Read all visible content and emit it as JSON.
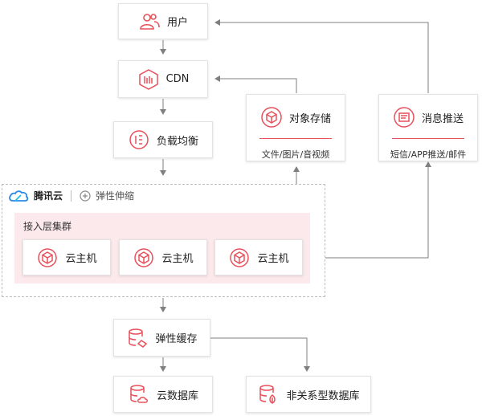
{
  "nodes": {
    "user": "用户",
    "cdn": "CDN",
    "lb": "负载均衡",
    "cache": "弹性缓存",
    "clouddb": "云数据库",
    "nosql": "非关系型数据库"
  },
  "cards": {
    "storage": {
      "title": "对象存储",
      "subtitle": "文件/图片/音视频"
    },
    "push": {
      "title": "消息推送",
      "subtitle": "短信/APP推送/邮件"
    }
  },
  "frame": {
    "brand": "腾讯云",
    "scaling": "弹性伸缩",
    "cluster_label": "接入层集群",
    "hosts": [
      "云主机",
      "云主机",
      "云主机"
    ]
  },
  "colors": {
    "accent": "#e8505b",
    "line": "#7f7f7f",
    "cluster_bg": "#fce9ec"
  }
}
